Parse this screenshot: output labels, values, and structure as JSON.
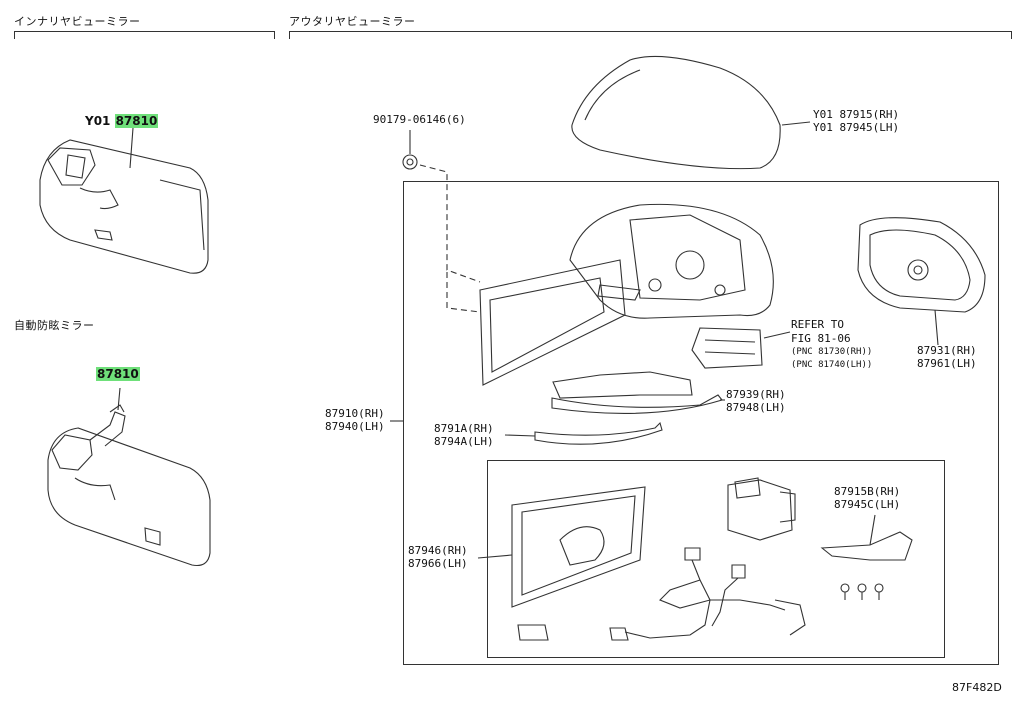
{
  "sections": {
    "interior_mirror": "インナリヤビューミラー",
    "auto_dimming_mirror": "自動防眩ミラー",
    "exterior_mirror": "アウタリヤビューミラー"
  },
  "parts": {
    "interior_prefix": "Y01",
    "interior_part": "87810",
    "auto_dim_part": "87810",
    "screw": "90179-06146(6)",
    "cover_rh": "Y01 87915(RH)",
    "cover_lh": "Y01 87945(LH)",
    "refer_to": "REFER TO",
    "refer_fig": "FIG 81-06",
    "pnc_rh": "(PNC 81730(RH))",
    "pnc_lh": "(PNC 81740(LH))",
    "frame_rh": "87931(RH)",
    "frame_lh": "87961(LH)",
    "garnish_rh": "87939(RH)",
    "garnish_lh": "87948(LH)",
    "strip_rh": "8791A(RH)",
    "strip_lh": "8794A(LH)",
    "mirror_assy_rh": "87910(RH)",
    "mirror_assy_lh": "87940(LH)",
    "sub_b_rh": "87915B(RH)",
    "sub_c_lh": "87945C(LH)",
    "glass_rh": "87946(RH)",
    "glass_lh": "87966(LH)"
  },
  "figure_code": "87F482D",
  "colors": {
    "highlight": "#6fe07a",
    "line": "#333333"
  }
}
